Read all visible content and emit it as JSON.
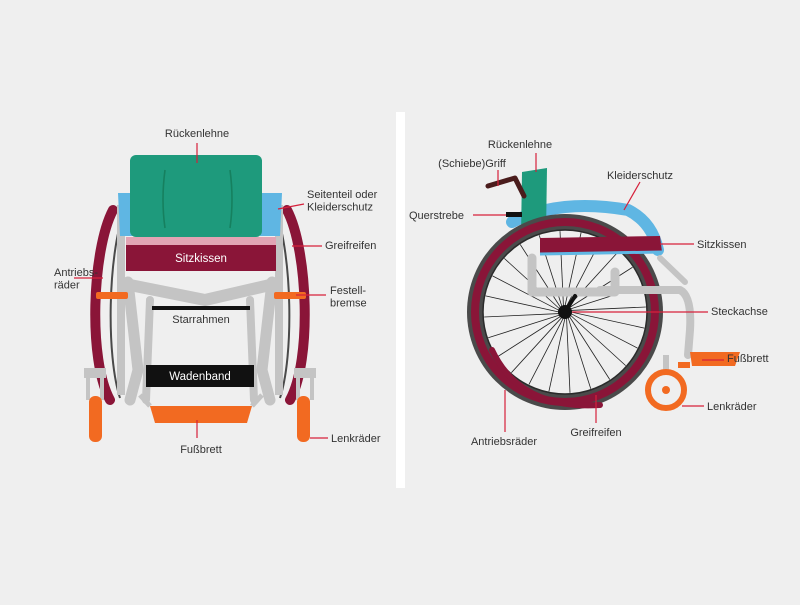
{
  "colors": {
    "background": "#efefef",
    "divider": "#ffffff",
    "leader": "#d6203b",
    "text": "#333333",
    "backrest": "#1e9a7c",
    "backrest_dark": "#16805f",
    "side_guard": "#5fb6e3",
    "wheel_maroon": "#8a1538",
    "tire_dark": "#4a4a4a",
    "frame_gray": "#c4c4c4",
    "frame_dark": "#a8a8a8",
    "orange": "#f26a21",
    "black": "#111111",
    "pink": "#e2a4b4"
  },
  "front_view": {
    "labels": {
      "backrest": "Rückenlehne",
      "side_guard": "Seitenteil oder\nKleiderschutz",
      "push_rim": "Greifreifen",
      "drive_wheels": "Antriebs-\nräder",
      "brake": "Festell-\nbremse",
      "seat_cushion": "Sitzkissen",
      "rigid_frame": "Starrahmen",
      "calf_strap": "Wadenband",
      "footrest": "Fußbrett",
      "casters": "Lenkräder"
    }
  },
  "side_view": {
    "labels": {
      "backrest": "Rückenlehne",
      "push_handle": "(Schiebe)Griff",
      "cross_brace": "Querstrebe",
      "clothing_guard": "Kleiderschutz",
      "seat_cushion": "Sitzkissen",
      "quick_release_axle": "Steckachse",
      "footrest": "Fußbrett",
      "casters": "Lenkräder",
      "drive_wheels": "Antriebsräder",
      "push_rim": "Greifreifen"
    }
  }
}
